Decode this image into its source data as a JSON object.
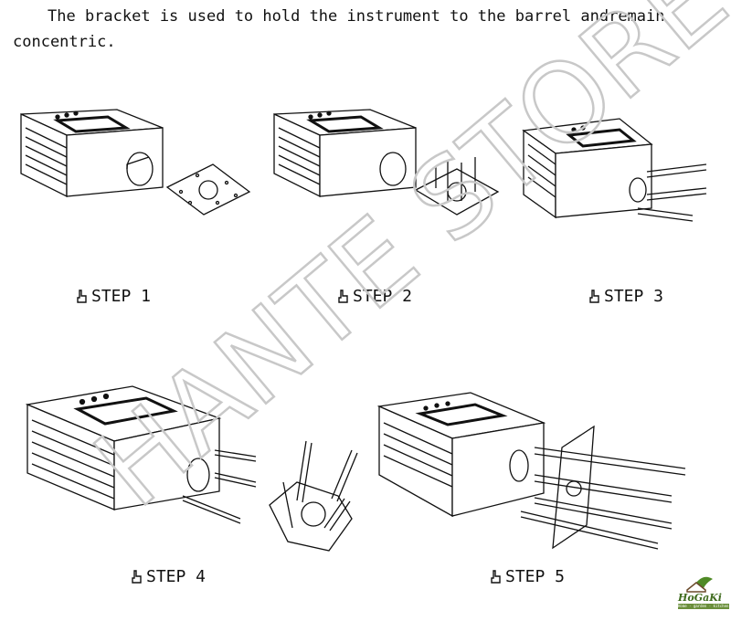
{
  "intro": {
    "text": "The bracket is used to hold the instrument to the barrel andremain concentric."
  },
  "steps": [
    {
      "label": "STEP 1"
    },
    {
      "label": "STEP 2"
    },
    {
      "label": "STEP 3"
    },
    {
      "label": "STEP 4"
    },
    {
      "label": "STEP 5"
    }
  ],
  "watermark": {
    "text": "HANTE STORE"
  },
  "logo": {
    "text": "HoGaKi",
    "sub": "Home · garden · kitchen"
  },
  "icons": {
    "step_marker": "pointing-hand-icon"
  }
}
